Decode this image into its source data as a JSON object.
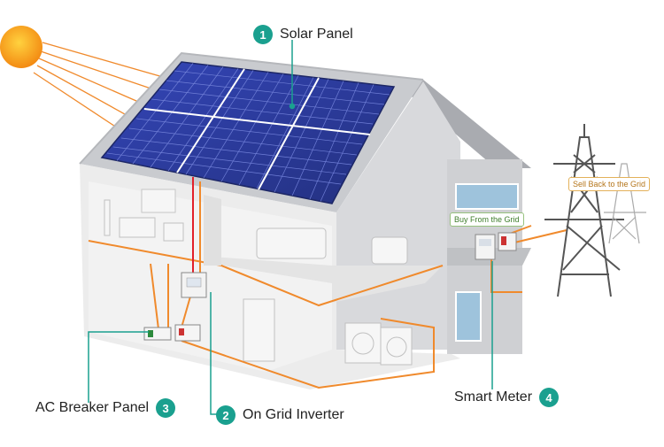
{
  "labels": {
    "solar_panel": {
      "num": "1",
      "text": "Solar Panel"
    },
    "inverter": {
      "num": "2",
      "text": "On Grid Inverter"
    },
    "breaker": {
      "num": "3",
      "text": "AC Breaker Panel"
    },
    "meter": {
      "num": "4",
      "text": "Smart Meter"
    }
  },
  "tags": {
    "sell": "Sell Back to the Grid",
    "buy": "Buy From the Grid"
  },
  "colors": {
    "accent": "#1aa08f",
    "wire": "#f08a2c",
    "panel": "#2d3a9e",
    "sun": "#f7a21b"
  }
}
